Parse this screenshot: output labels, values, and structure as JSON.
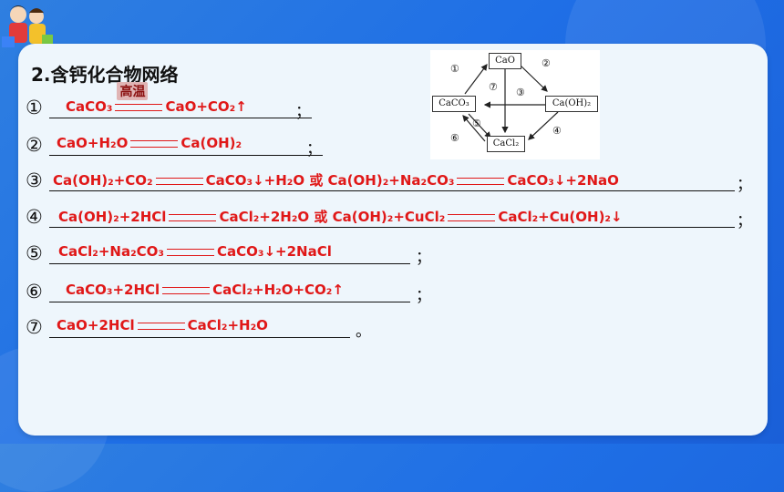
{
  "title": "2.含钙化合物网络",
  "diagram": {
    "nodes": {
      "cao": "CaO",
      "caco3": "CaCO₃",
      "caoh2": "Ca(OH)₂",
      "cacl2": "CaCl₂"
    },
    "markers": [
      "①",
      "②",
      "③",
      "④",
      "⑤",
      "⑥",
      "⑦"
    ]
  },
  "rows": [
    {
      "num": "①",
      "left": "CaCO₃",
      "condition": "高温",
      "right": "CaO+CO₂",
      "arrow": "↑",
      "end": "；"
    },
    {
      "num": "②",
      "left": "CaO+H₂O",
      "right": "Ca(OH)₂",
      "end": "；"
    },
    {
      "num": "③",
      "left": "Ca(OH)₂+CO₂",
      "right": "CaCO₃↓+H₂O 或 Ca(OH)₂+Na₂CO₃",
      "right2": "CaCO₃↓+2NaO",
      "end": "；"
    },
    {
      "num": "④",
      "left": "Ca(OH)₂+2HCl",
      "right": "CaCl₂+2H₂O 或 Ca(OH)₂+CuCl₂",
      "right2": "CaCl₂+Cu(OH)₂↓",
      "end": "；"
    },
    {
      "num": "⑤",
      "left": "CaCl₂+Na₂CO₃",
      "right": "CaCO₃↓+2NaCl",
      "end": "；"
    },
    {
      "num": "⑥",
      "left": "CaCO₃+2HCl",
      "right": "CaCl₂+H₂O+CO₂",
      "arrow": "↑",
      "end": "；"
    },
    {
      "num": "⑦",
      "left": "CaO+2HCl",
      "right": "CaCl₂+H₂O",
      "end": "。"
    }
  ],
  "colors": {
    "answer": "#e01818",
    "background": "#1f6fe6",
    "card": "#eef6fc"
  }
}
